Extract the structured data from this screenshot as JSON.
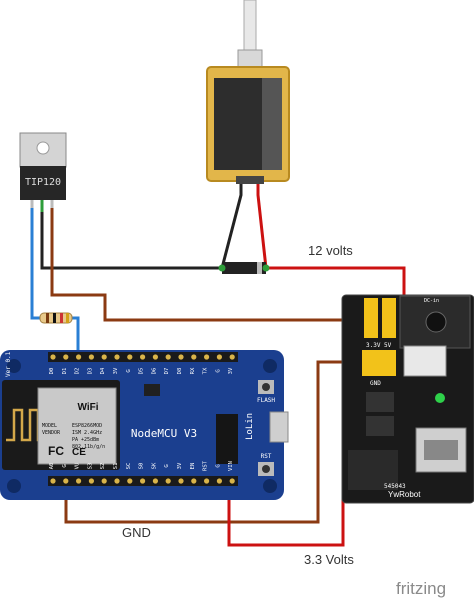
{
  "labels": {
    "volts12": "12 volts",
    "gnd": "GND",
    "volts33": "3.3 Volts",
    "watermark": "fritzing"
  },
  "transistor": {
    "part": "TIP120"
  },
  "nodemcu": {
    "title": "NodeMCU V3",
    "version": "Ver 0.1",
    "brand": "LoLin",
    "flash": "FLASH",
    "rst": "RST",
    "wifi": "WiFi",
    "model_lines": [
      "MODEL",
      "VENDOR"
    ],
    "model_values": [
      "ESP8266MOD",
      "ISM  2.4GHz",
      "PA  +25dBm",
      "802.11b/g/n"
    ],
    "fc": "FC",
    "ce": "CE",
    "top_pins": [
      "D0",
      "D1",
      "D2",
      "D3",
      "D4",
      "3V",
      "G",
      "D5",
      "D6",
      "D7",
      "D8",
      "RX",
      "TX",
      "G",
      "3V"
    ],
    "bottom_pins": [
      "A0",
      "G",
      "VU",
      "S3",
      "S2",
      "S1",
      "SC",
      "S0",
      "SK",
      "G",
      "3V",
      "EN",
      "RST",
      "G",
      "VIN"
    ]
  },
  "power_module": {
    "labels": [
      "3.3V",
      "5V",
      "GND",
      "DC-in",
      "545043"
    ],
    "brand": "YwRobot"
  },
  "colors": {
    "red_wire": "#cc1111",
    "black_wire": "#222222",
    "brown_wire": "#8b3a12",
    "blue_wire": "#2a7fd4",
    "green_wire": "#2e9e3a",
    "board_blue": "#1b3f8f",
    "pm_board": "#1a1a1a"
  }
}
